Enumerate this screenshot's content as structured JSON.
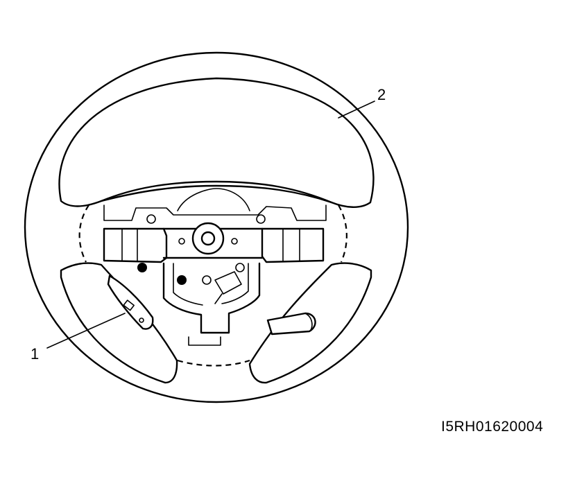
{
  "callouts": [
    {
      "number": "1",
      "part": "steering-wheel-switch"
    },
    {
      "number": "2",
      "part": "steering-wheel"
    }
  ],
  "figure_code": "I5RH01620004",
  "colors": {
    "line": "#000000",
    "background": "#ffffff"
  }
}
